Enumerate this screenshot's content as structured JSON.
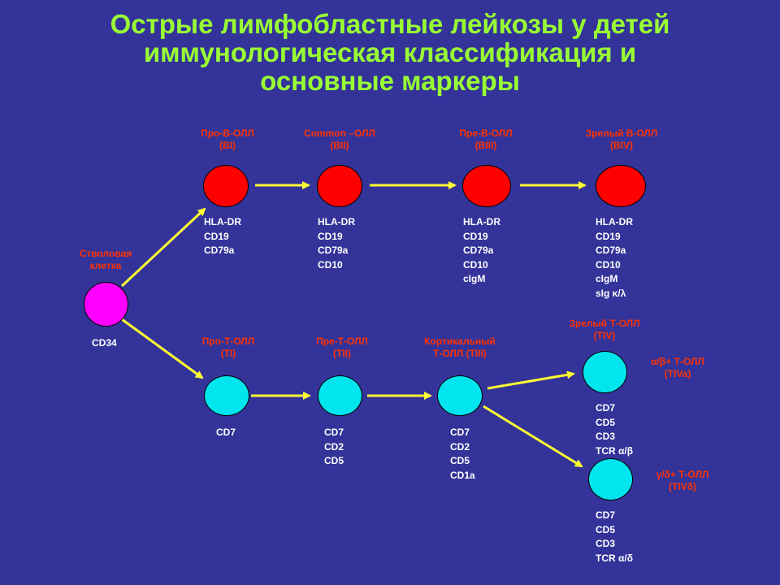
{
  "title": {
    "line1": "Острые лимфобластные лейкозы у детей",
    "line2": "иммунологическая классификация и",
    "line3": "основные маркеры"
  },
  "stem": {
    "label1": "Стволовая",
    "label2": "клетка",
    "marker": "CD34"
  },
  "b_lineage": [
    {
      "name": "Про-В-ОЛЛ",
      "code": "(BI)",
      "markers": [
        "HLA-DR",
        "CD19",
        "CD79a"
      ]
    },
    {
      "name": "Common –ОЛЛ",
      "code": "(BII)",
      "markers": [
        "HLA-DR",
        "CD19",
        "CD79a",
        "CD10"
      ]
    },
    {
      "name": "Пре-В-ОЛЛ",
      "code": "(BIII)",
      "markers": [
        "HLA-DR",
        "CD19",
        "CD79a",
        "CD10",
        "cIgM"
      ]
    },
    {
      "name": "Зрелый В-ОЛЛ",
      "code": "(BIV)",
      "markers": [
        "HLA-DR",
        "CD19",
        "CD79a",
        "CD10",
        "cIgM",
        "sIg κ/λ"
      ]
    }
  ],
  "t_lineage": [
    {
      "name": "Про-Т-ОЛЛ",
      "code": "(TI)",
      "markers": [
        "CD7"
      ]
    },
    {
      "name": "Пре-Т-ОЛЛ",
      "code": "(TII)",
      "markers": [
        "CD7",
        "CD2",
        "CD5"
      ]
    },
    {
      "name": "Кортикальный",
      "code": "Т-ОЛЛ (TIII)",
      "markers": [
        "CD7",
        "CD2",
        "CD5",
        "CD1a"
      ]
    }
  ],
  "t_mature": {
    "name": "Зрелый Т-ОЛЛ",
    "code": "(TIV)",
    "alpha_beta": {
      "name": "α/β+ Т-ОЛЛ",
      "code": "(TIVa)",
      "markers": [
        "CD7",
        "CD5",
        "CD3",
        "TCR α/β"
      ]
    },
    "gamma_delta": {
      "name": "γ/δ+ Т-ОЛЛ",
      "code": "(TIVδ)",
      "markers": [
        "CD7",
        "CD5",
        "CD3",
        "TCR α/δ"
      ]
    }
  },
  "colors": {
    "background": "#333399",
    "title": "#99ff33",
    "label": "#ff3300",
    "arrow": "#ffff33",
    "b_cell": "#ff0000",
    "t_cell": "#00e5ee",
    "stem_cell": "#ff00ff"
  }
}
